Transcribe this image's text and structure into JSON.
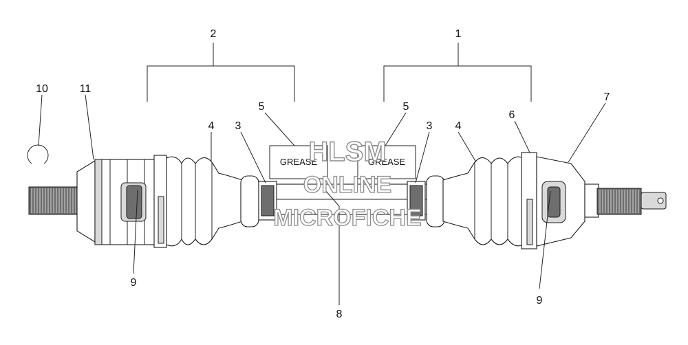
{
  "callouts": {
    "c1": "1",
    "c2": "2",
    "c3_left": "3",
    "c3_right": "3",
    "c4_left": "4",
    "c4_right": "4",
    "c5_left": "5",
    "c5_right": "5",
    "c6": "6",
    "c7": "7",
    "c8": "8",
    "c9_left": "9",
    "c9_right": "9",
    "c10": "10",
    "c11": "11"
  },
  "labels": {
    "grease_left": "GREASE",
    "grease_right": "GREASE"
  },
  "watermark": {
    "line1": "HLSM",
    "line2": "ONLINE",
    "line3": "MICROFICHE"
  }
}
